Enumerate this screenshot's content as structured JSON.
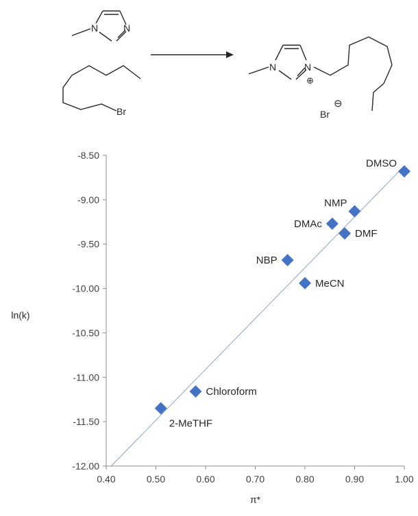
{
  "scheme": {
    "reactant_atoms": {
      "n1": "N",
      "n2": "N",
      "br": "Br"
    },
    "product_atoms": {
      "n1": "N",
      "n2": "N",
      "plus": "⊕",
      "br": "Br",
      "minus": "⊖"
    }
  },
  "chart_data": {
    "type": "scatter",
    "title": "",
    "xlabel": "π*",
    "ylabel": "ln(k)",
    "xlim": [
      0.4,
      1.0
    ],
    "ylim": [
      -12.0,
      -8.5
    ],
    "x_ticks": [
      "0.40",
      "0.50",
      "0.60",
      "0.70",
      "0.80",
      "0.90",
      "1.00"
    ],
    "y_ticks": [
      "-8.50",
      "-9.00",
      "-9.50",
      "-10.00",
      "-10.50",
      "-11.00",
      "-11.50",
      "-12.00"
    ],
    "grid": false,
    "marker_color": "#4472C4",
    "trendline_color": "#8FA3CC",
    "trendline": {
      "x": [
        0.41,
        1.0
      ],
      "y": [
        -12.0,
        -8.62
      ]
    },
    "points": [
      {
        "label": "DMSO",
        "x": 1.0,
        "y": -8.68,
        "label_pos": "left-up"
      },
      {
        "label": "NMP",
        "x": 0.9,
        "y": -9.13,
        "label_pos": "left-up"
      },
      {
        "label": "DMAc",
        "x": 0.855,
        "y": -9.27,
        "label_pos": "left"
      },
      {
        "label": "DMF",
        "x": 0.88,
        "y": -9.38,
        "label_pos": "right"
      },
      {
        "label": "NBP",
        "x": 0.765,
        "y": -9.68,
        "label_pos": "left"
      },
      {
        "label": "MeCN",
        "x": 0.8,
        "y": -9.94,
        "label_pos": "right"
      },
      {
        "label": "Chloroform",
        "x": 0.58,
        "y": -11.16,
        "label_pos": "right"
      },
      {
        "label": "2-MeTHF",
        "x": 0.51,
        "y": -11.35,
        "label_pos": "right-down"
      }
    ]
  }
}
